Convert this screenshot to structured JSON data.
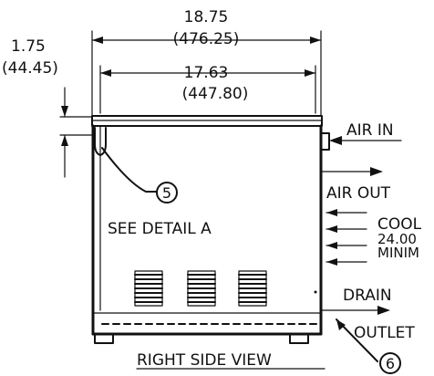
{
  "dimensions": {
    "overall_width": "18.75",
    "overall_width_mm": "(476.25)",
    "inner_width": "17.63",
    "inner_width_mm": "(447.80)",
    "top_height": "1.75",
    "top_height_mm": "(44.45)"
  },
  "labels": {
    "air_in": "AIR IN",
    "air_out": "AIR OUT",
    "cool": "COOL",
    "cool_value": "24.00",
    "cool_minimum": "MINIM",
    "drain": "DRAIN",
    "outlet": "OUTLET",
    "see_detail": "SEE DETAIL A",
    "callout_5": "5",
    "callout_6": "6",
    "view_title": "RIGHT SIDE VIEW"
  }
}
